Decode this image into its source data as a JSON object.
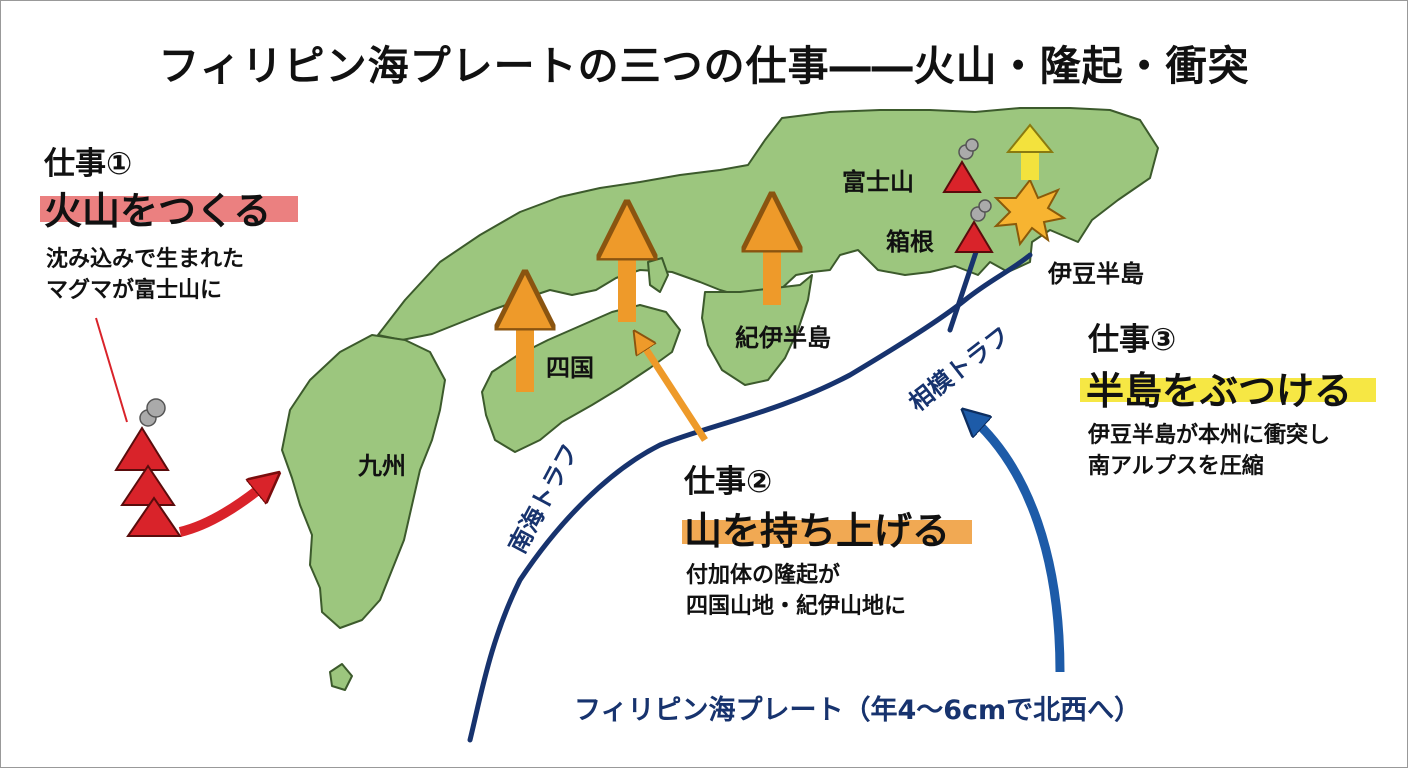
{
  "title": "フィリピン海プレートの三つの仕事――火山・隆起・衝突",
  "colors": {
    "land": "#9cc67e",
    "coast": "#3c5a2c",
    "trench": "#17336e",
    "job1_highlight": "#e86a6a",
    "job2_highlight": "#f0a040",
    "job3_highlight": "#f5e63a",
    "uplift_arrow": "#ee9a2a",
    "volcano": "#d9232a",
    "collision_arrow": "#f3e23d",
    "push_arrow": "#1d5ba8"
  },
  "jobs": [
    {
      "label": "仕事①",
      "heading": "火山をつくる",
      "description": "沈み込みで生まれた\nマグマが富士山に",
      "icon": "volcano-icon"
    },
    {
      "label": "仕事②",
      "heading": "山を持ち上げる",
      "description": "付加体の隆起が\n四国山地・紀伊山地に",
      "icon": "uplift-arrow-icon"
    },
    {
      "label": "仕事③",
      "heading": "半島をぶつける",
      "description": "伊豆半島が本州に衝突し\n南アルプスを圧縮",
      "icon": "collision-burst-icon"
    }
  ],
  "places": {
    "kyushu": "九州",
    "shikoku": "四国",
    "kii": "紀伊半島",
    "fuji": "富士山",
    "hakone": "箱根",
    "izu": "伊豆半島"
  },
  "trenches": {
    "nankai": "南海トラフ",
    "sagami": "相模トラフ"
  },
  "plate_motion": "フィリピン海プレート（年4〜6cmで北西へ）"
}
